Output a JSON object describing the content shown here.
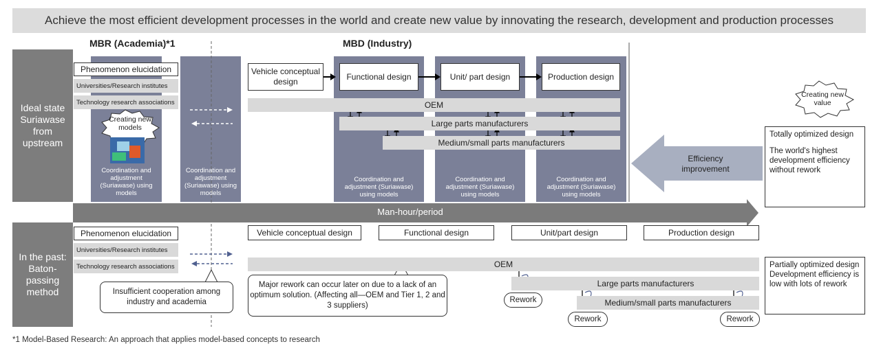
{
  "title": "Achieve the most efficient development processes in the world and create new value by innovating the research, development and production processes",
  "top": {
    "mbr_heading": "MBR (Academia)*1",
    "mbd_heading": "MBD (Industry)",
    "side_label": "Ideal state Suriawase from upstream",
    "phenomenon": "Phenomenon elucidation",
    "universities": "Universities/Research institutes",
    "technology": "Technology research associations",
    "creating_models": "Creating new models",
    "coord_models": "Coordination and adjustment (Suriawase) using models",
    "coord_col2": "Coordination and adjustment (Suriawase) using models",
    "vehicle_design": "Vehicle conceptual design",
    "functional_design": "Functional design",
    "unit_design": "Unit/ part design",
    "production_design": "Production design",
    "oem": "OEM",
    "large_parts": "Large parts manufacturers",
    "medium_parts": "Medium/small parts manufacturers",
    "coord_functional": "Coordination and adjustment (Suriawase) using models",
    "coord_unit": "Coordination and adjustment (Suriawase) using models",
    "coord_production": "Coordination and adjustment (Suriawase) using models",
    "efficiency": "Efficiency improvement",
    "creating_value": "Creating new value",
    "right_box_1": "Totally optimized design",
    "right_box_2": "The world's highest development efficiency without rework"
  },
  "manhour": "Man-hour/period",
  "bottom": {
    "side_label": "In the past: Baton-passing method",
    "phenomenon": "Phenomenon elucidation",
    "universities": "Universities/Research institutes",
    "technology": "Technology research associations",
    "vehicle_design": "Vehicle conceptual design",
    "functional_design": "Functional design",
    "unit_design": "Unit/part design",
    "production_design": "Production design",
    "oem": "OEM",
    "large_parts": "Large parts manufacturers",
    "medium_parts": "Medium/small parts manufacturers",
    "insufficient": "Insufficient cooperation among industry and academia",
    "major_rework": "Major rework can occur later on due to a lack of an optimum solution. (Affecting all—OEM and Tier 1, 2 and 3 suppliers)",
    "rework": "Rework",
    "right_box": "Partially optimized design Development efficiency is low with lots of rework"
  },
  "footnote": "*1 Model-Based Research: An approach that applies model-based concepts to research"
}
